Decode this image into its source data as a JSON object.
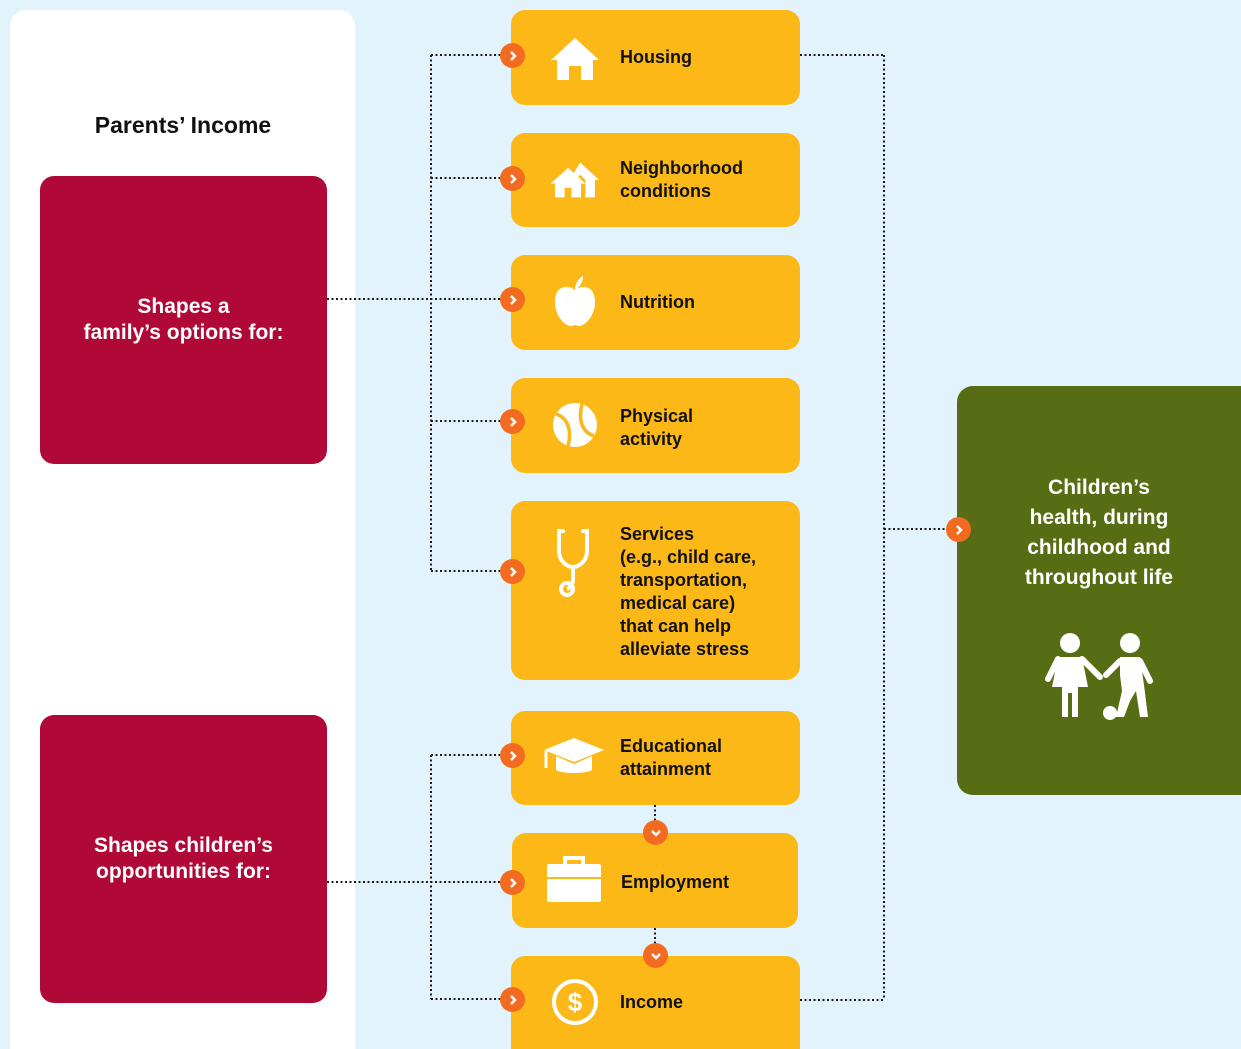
{
  "heading": "Parents’ Income",
  "left_boxes": [
    {
      "text": "Shapes a\nfamily’s options for:"
    },
    {
      "text": "Shapes children’s\nopportunities for:"
    }
  ],
  "options": [
    {
      "label": "Housing",
      "icon": "house-icon"
    },
    {
      "label": "Neighborhood\nconditions",
      "icon": "neighborhood-icon"
    },
    {
      "label": "Nutrition",
      "icon": "apple-icon"
    },
    {
      "label": "Physical\nactivity",
      "icon": "ball-icon"
    },
    {
      "label": "Services\n(e.g., child care,\ntransportation,\nmedical care)\nthat can help\nalleviate stress",
      "icon": "stethoscope-icon"
    }
  ],
  "opportunities": [
    {
      "label": "Educational\nattainment",
      "icon": "graduation-cap-icon"
    },
    {
      "label": "Employment",
      "icon": "briefcase-icon"
    },
    {
      "label": "Income",
      "icon": "dollar-icon"
    }
  ],
  "outcome": {
    "text": "Children’s\nhealth, during\nchildhood and\nthroughout life",
    "icon": "children-playing-icon"
  },
  "colors": {
    "background": "#e3f3fb",
    "red": "#b00937",
    "yellow": "#fbb816",
    "green": "#576d13",
    "connector_dot": "#f26b21"
  }
}
